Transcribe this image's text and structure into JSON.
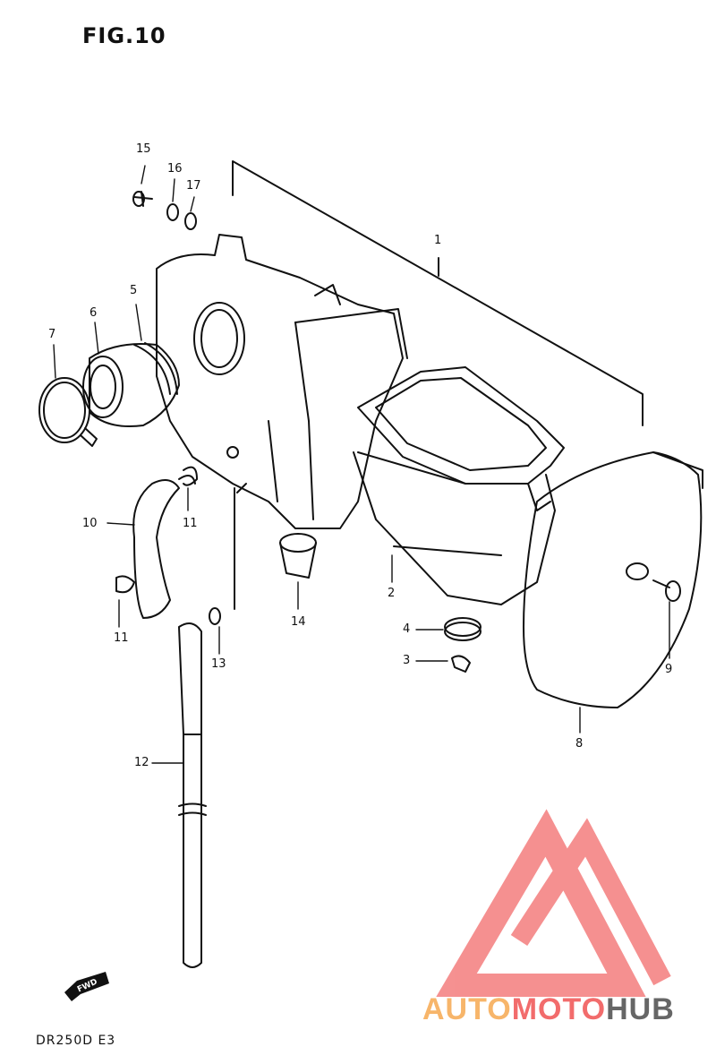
{
  "figure": {
    "title": "FIG.10",
    "model": "DR250D  E3"
  },
  "fwd_label": "FWD",
  "callouts": {
    "c1": "1",
    "c2": "2",
    "c3": "3",
    "c4": "4",
    "c5": "5",
    "c6": "6",
    "c7": "7",
    "c8": "8",
    "c9": "9",
    "c10": "10",
    "c11a": "11",
    "c11b": "11",
    "c12": "12",
    "c13": "13",
    "c14": "14",
    "c15": "15",
    "c16": "16",
    "c17": "17"
  },
  "watermark": {
    "part1": "AUTO",
    "part2": "MOTO",
    "part3": "HUB"
  },
  "colors": {
    "ink": "#111111",
    "wm_orange": "#f7b56a",
    "wm_red": "#f26c6c",
    "wm_gray": "#666666"
  }
}
